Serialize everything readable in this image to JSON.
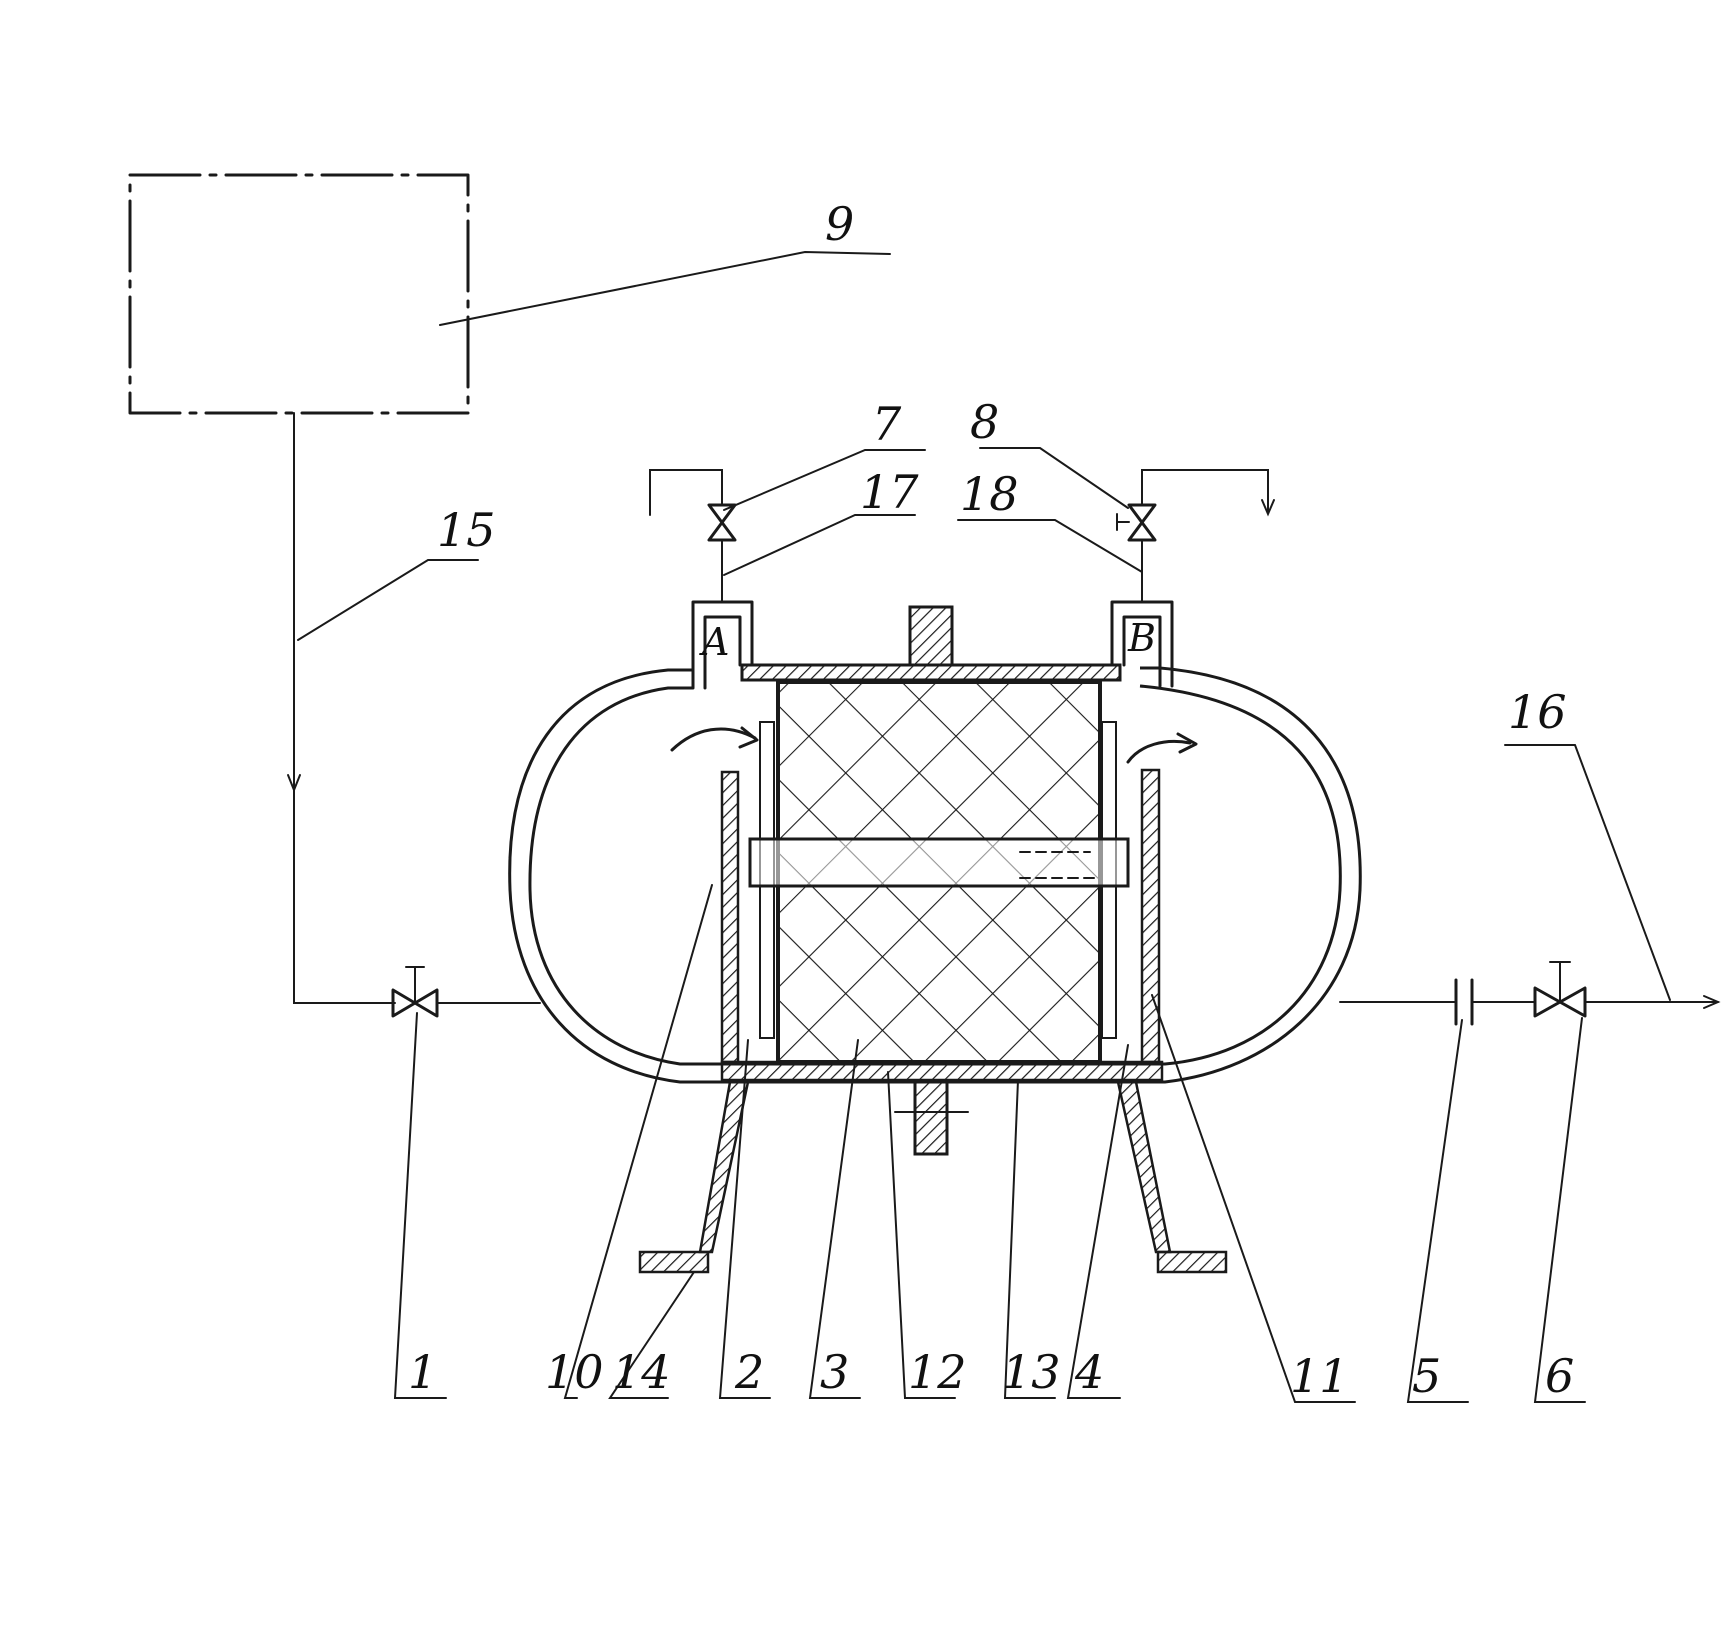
{
  "ports": {
    "a": "A",
    "b": "B"
  },
  "labels": {
    "l1": "1",
    "l2": "2",
    "l3": "3",
    "l4": "4",
    "l5": "5",
    "l6": "6",
    "l7": "7",
    "l8": "8",
    "l9": "9",
    "l10": "10",
    "l11": "11",
    "l12": "12",
    "l13": "13",
    "l14": "14",
    "l15": "15",
    "l16": "16",
    "l17": "17",
    "l18": "18"
  },
  "colors": {
    "ink": "#1a1a1a",
    "paper": "#ffffff"
  }
}
